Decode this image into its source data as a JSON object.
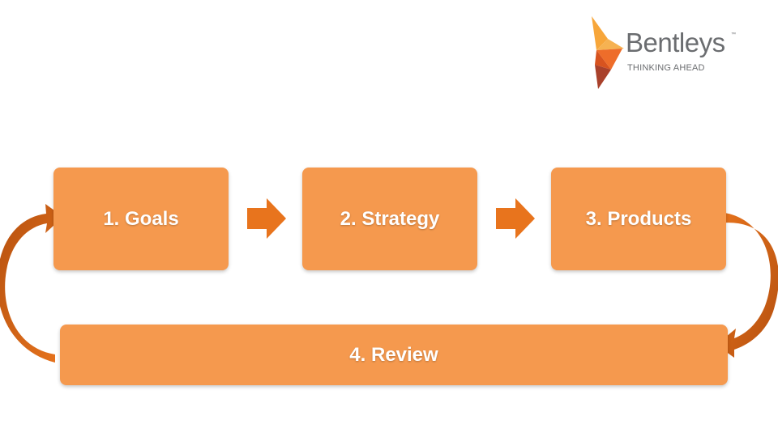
{
  "logo": {
    "name": "Bentleys",
    "trademark": "™",
    "tagline": "THINKING AHEAD"
  },
  "steps": [
    {
      "label": "1. Goals"
    },
    {
      "label": "2. Strategy"
    },
    {
      "label": "3. Products"
    },
    {
      "label": "4. Review"
    }
  ],
  "colors": {
    "box_fill": "#f5994e",
    "arrow_fill": "#e8741d",
    "curve_dark": "#c7560f",
    "text": "#ffffff",
    "logo_text": "#6b6d70"
  }
}
